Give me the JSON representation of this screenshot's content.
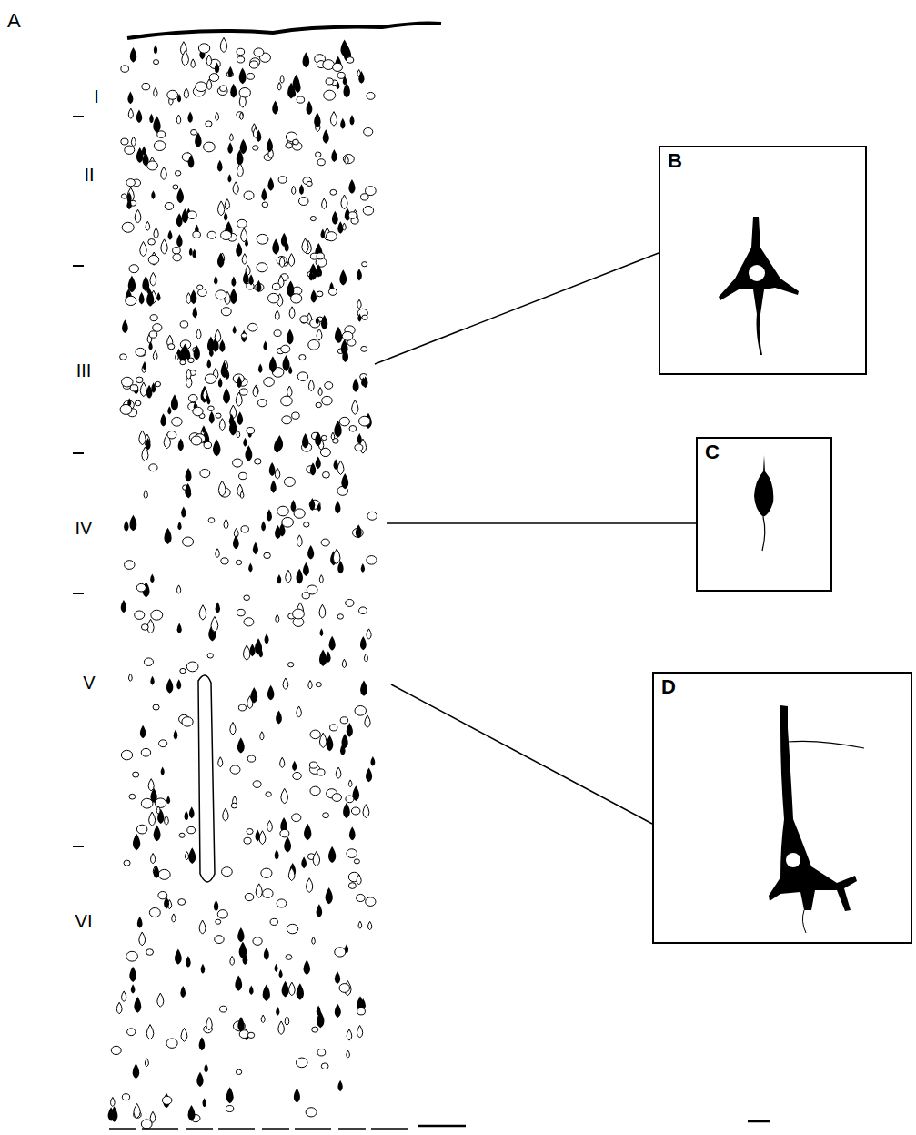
{
  "diagram": {
    "nodes": [
      {
        "text": [
          "B"
        ]
      },
      {
        "text": [
          "C"
        ]
      },
      {
        "text": [
          "D"
        ]
      }
    ],
    "labels": [
      "A",
      "I",
      "II",
      "III",
      "IV",
      "V",
      "VI"
    ]
  }
}
